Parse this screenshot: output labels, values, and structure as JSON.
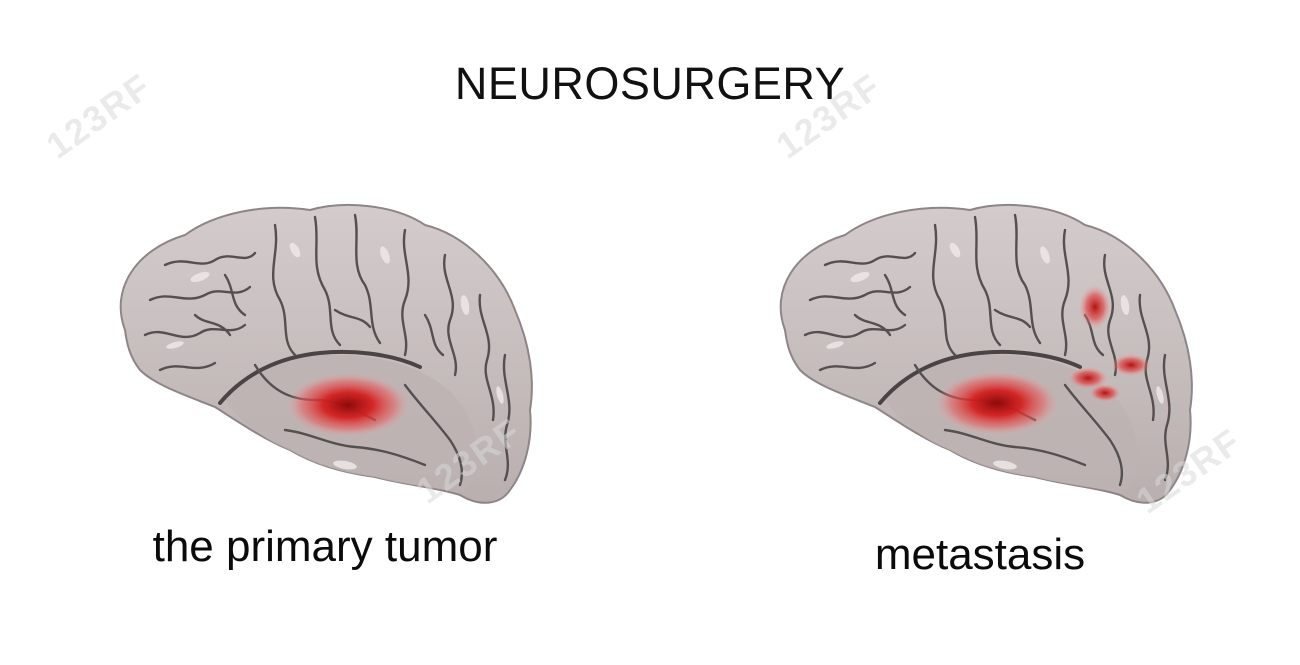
{
  "title": "NEUROSURGERY",
  "left_caption": "the primary tumor",
  "right_caption": "metastasis",
  "colors": {
    "brain_fill": "#c9c1c1",
    "brain_shadow": "#a79d9d",
    "sulcus": "#555050",
    "highlight": "#ece6e6",
    "tumor": "#d41f1f",
    "tumor_core": "#9c0c0c"
  },
  "watermark": "123RF"
}
